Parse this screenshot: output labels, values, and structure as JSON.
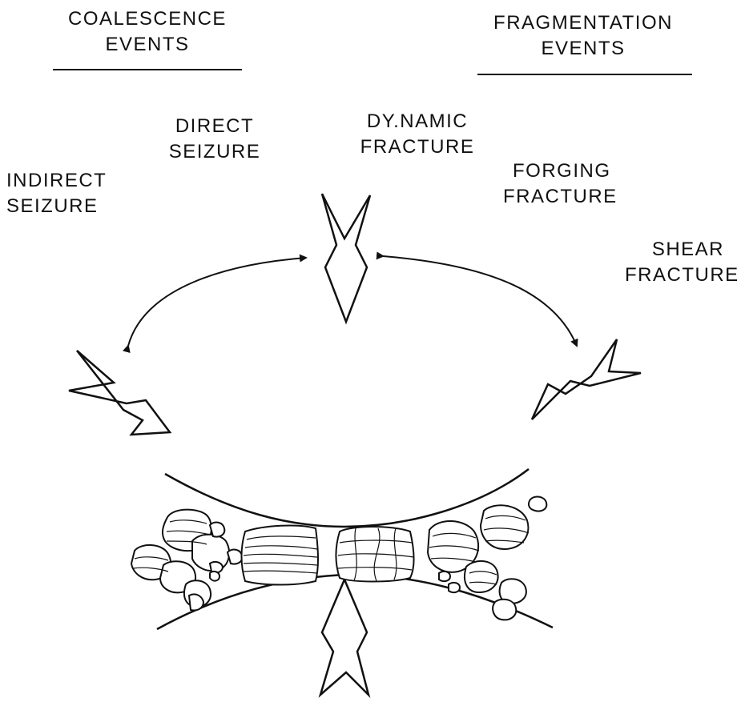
{
  "headers": {
    "left": [
      "COALESCENCE",
      "EVENTS"
    ],
    "right": [
      "FRAGMENTATION",
      "EVENTS"
    ]
  },
  "labels": {
    "indirect_seizure": [
      "INDIRECT",
      "SEIZURE"
    ],
    "direct_seizure": [
      "DIRECT",
      "SEIZURE"
    ],
    "dynamic_fracture": [
      "DY.NAMIC",
      "FRACTURE"
    ],
    "forging_fracture": [
      "FORGING",
      "FRACTURE"
    ],
    "shear_fracture": [
      "SHEAR",
      "FRACTURE"
    ]
  }
}
